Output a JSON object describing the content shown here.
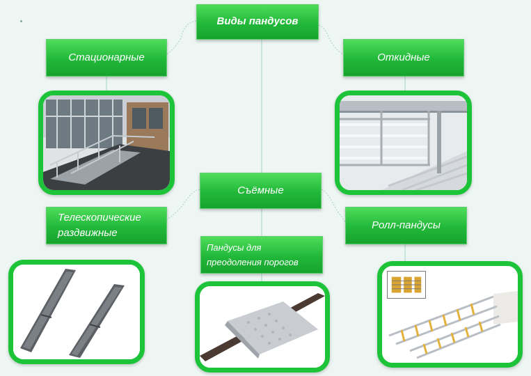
{
  "diagram": {
    "title": "Виды пандусов",
    "stationary": "Стационарные",
    "folding": "Откидные",
    "removable": "Съёмные",
    "telescopic_line1": "Телескопические",
    "telescopic_line2": "раздвижные",
    "roll": "Ролл-пандусы",
    "threshold_line1": "Пандусы для",
    "threshold_line2": "преодоления порогов"
  },
  "colors": {
    "node_green": "#21b83a",
    "frame_green": "#1dc43a",
    "background": "#eef6f3",
    "connector": "#9fd4c3"
  },
  "icons": [
    "stationary-ramp-photo",
    "folding-ramp-photo",
    "telescopic-ramp-photo",
    "threshold-ramp-photo",
    "roll-ramp-photo"
  ]
}
